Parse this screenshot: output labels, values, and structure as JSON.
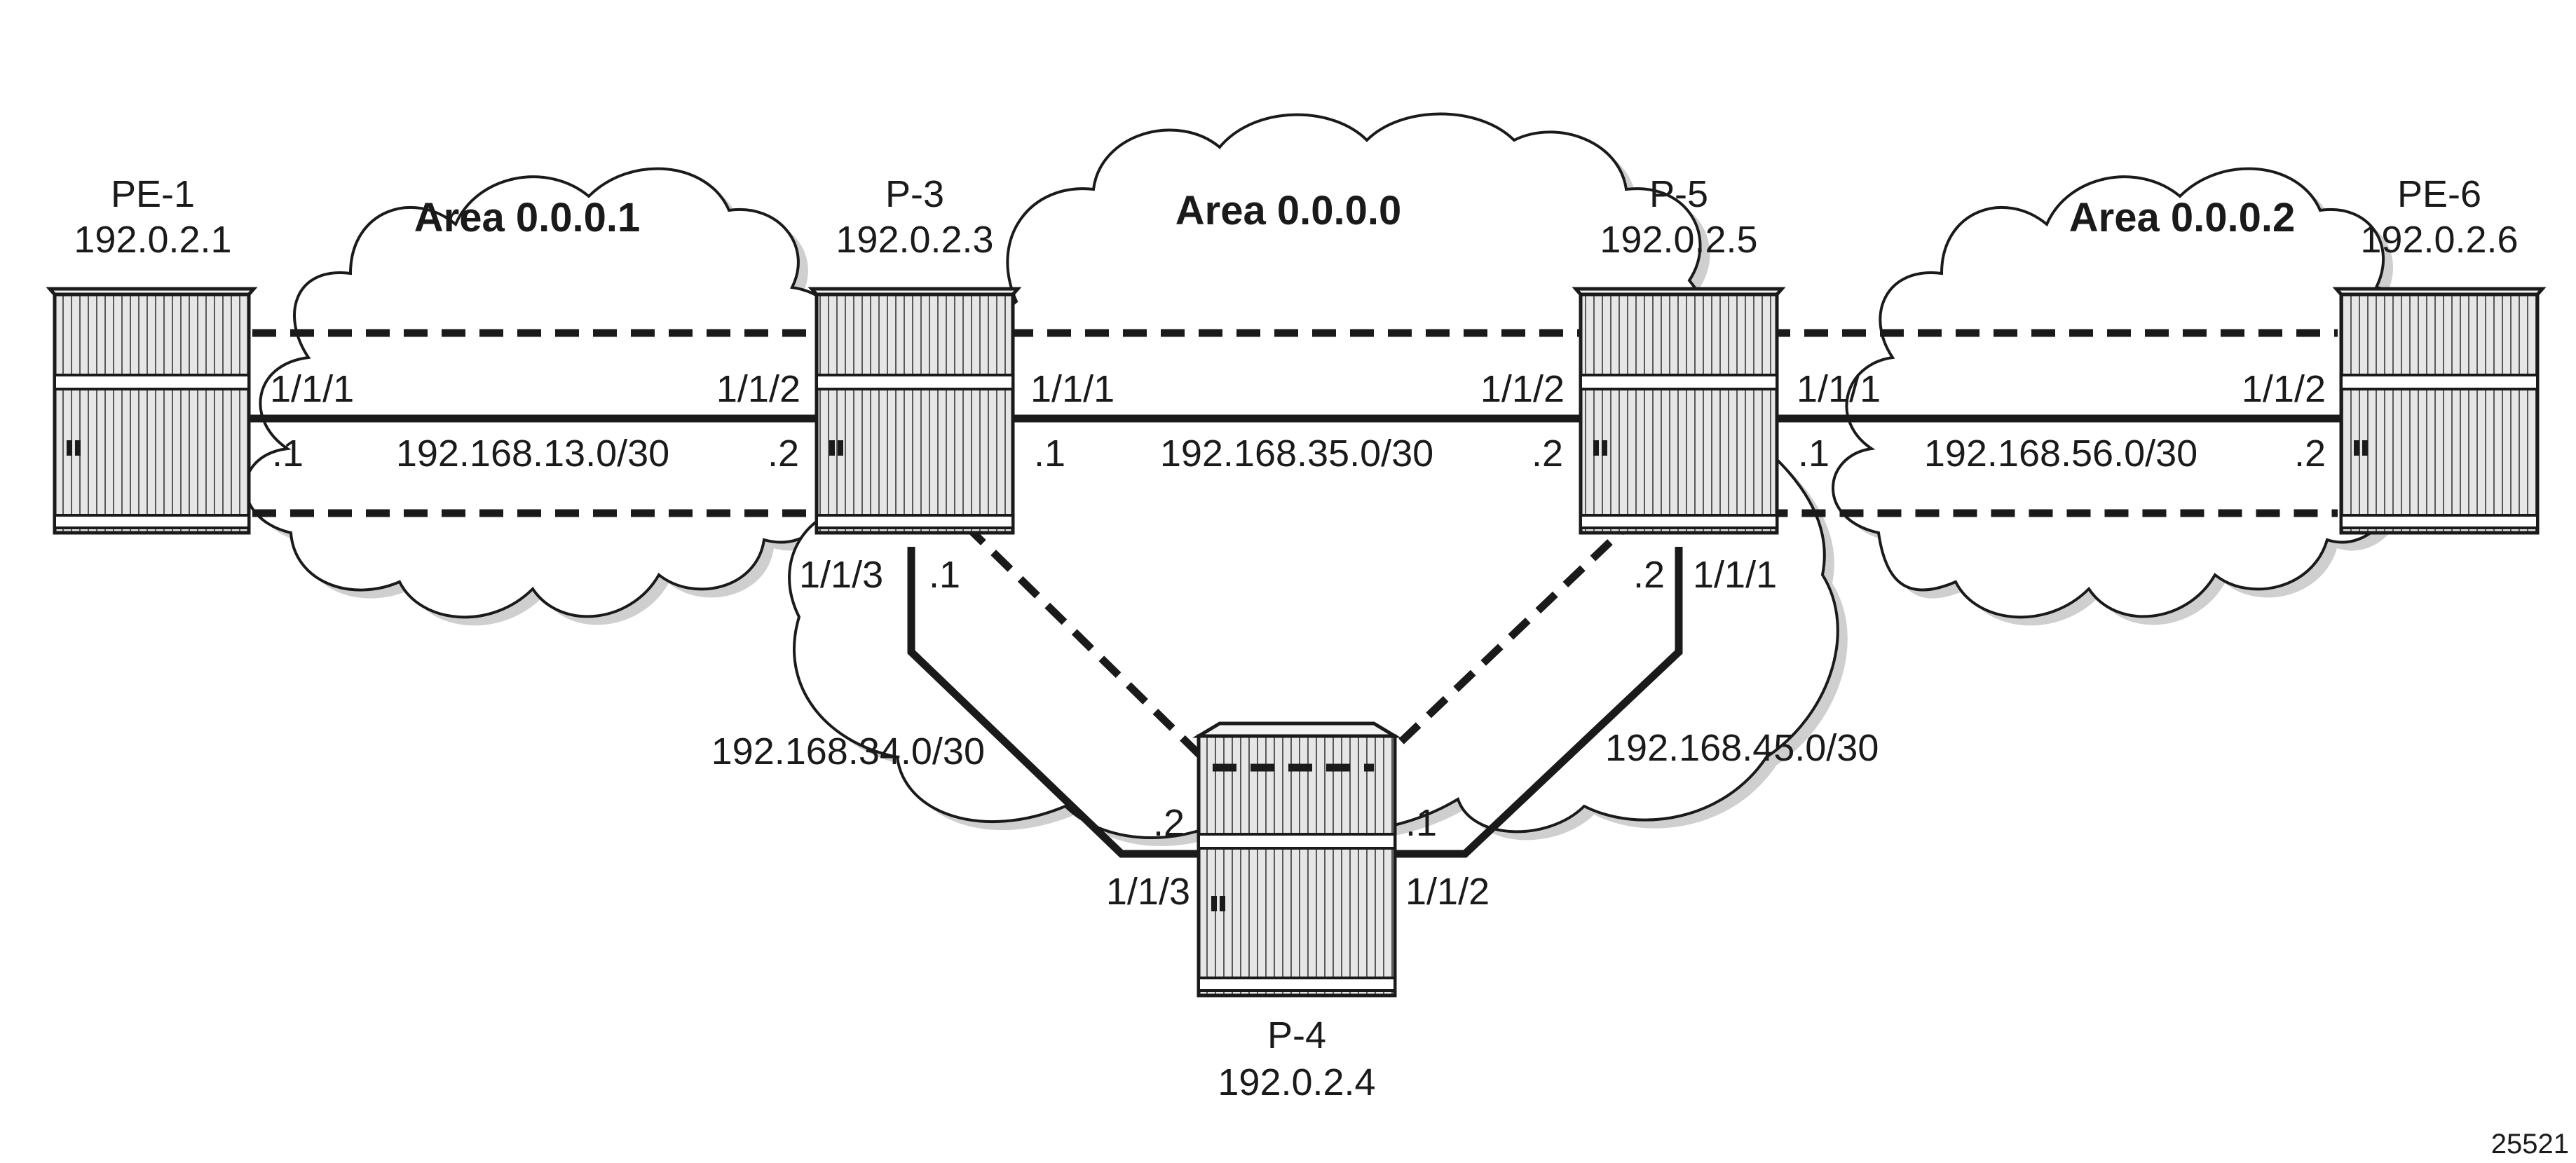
{
  "areas": [
    {
      "id": "area1",
      "label": "Area 0.0.0.1"
    },
    {
      "id": "area0",
      "label": "Area 0.0.0.0"
    },
    {
      "id": "area2",
      "label": "Area 0.0.0.2"
    }
  ],
  "routers": [
    {
      "id": "pe1",
      "name": "PE-1",
      "address": "192.0.2.1"
    },
    {
      "id": "p3",
      "name": "P-3",
      "address": "192.0.2.3"
    },
    {
      "id": "p5",
      "name": "P-5",
      "address": "192.0.2.5"
    },
    {
      "id": "pe6",
      "name": "PE-6",
      "address": "192.0.2.6"
    },
    {
      "id": "p4",
      "name": "P-4",
      "address": "192.0.2.4"
    }
  ],
  "links": [
    {
      "id": "l13",
      "subnet": "192.168.13.0/30",
      "a_port": "1/1/1",
      "a_host": ".1",
      "b_port": "1/1/2",
      "b_host": ".2"
    },
    {
      "id": "l35",
      "subnet": "192.168.35.0/30",
      "a_port": "1/1/1",
      "a_host": ".1",
      "b_port": "1/1/2",
      "b_host": ".2"
    },
    {
      "id": "l56",
      "subnet": "192.168.56.0/30",
      "a_port": "1/1/1",
      "a_host": ".1",
      "b_port": "1/1/2",
      "b_host": ".2"
    },
    {
      "id": "l34",
      "subnet": "192.168.34.0/30",
      "a_port": "1/1/3",
      "a_host": ".1",
      "b_port": "1/1/3",
      "b_host": ".2"
    },
    {
      "id": "l45",
      "subnet": "192.168.45.0/30",
      "a_port": "1/1/1",
      "a_host": ".2",
      "b_port": "1/1/2",
      "b_host": ".1"
    }
  ],
  "figure_id": "25521"
}
